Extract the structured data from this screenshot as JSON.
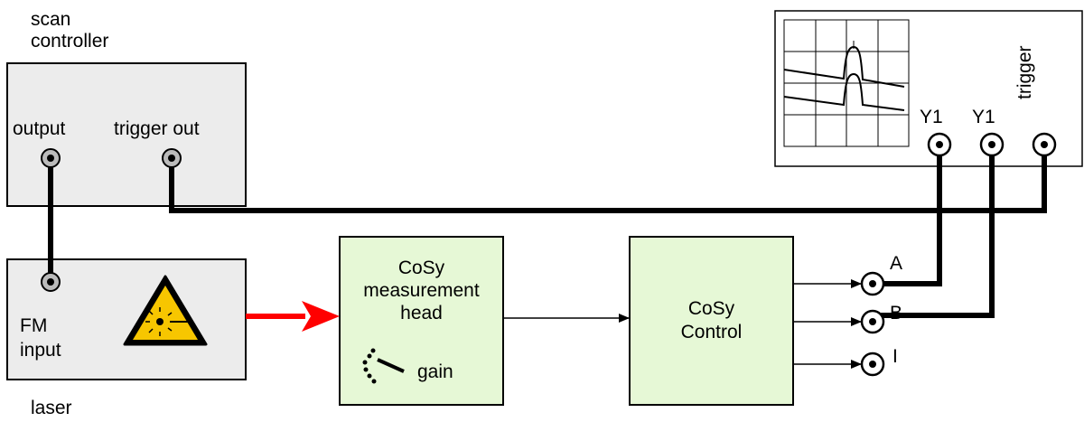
{
  "scan_controller": {
    "label_line1": "scan",
    "label_line2": "controller",
    "output_label": "output",
    "trigger_out_label": "trigger out"
  },
  "laser": {
    "label": "laser",
    "input_line1": "FM",
    "input_line2": "input"
  },
  "head": {
    "line1": "CoSy",
    "line2": "measurement",
    "line3": "head",
    "gain_label": "gain"
  },
  "control": {
    "line1": "CoSy",
    "line2": "Control"
  },
  "outputs": {
    "a": "A",
    "b": "B",
    "i": "I"
  },
  "scope": {
    "y1_left": "Y1",
    "y1_right": "Y1",
    "trigger": "trigger"
  },
  "colors": {
    "box_gray": "#ececec",
    "box_green": "#e6f8d6",
    "beam_red": "#ff0000",
    "warning_yellow": "#f7c600"
  },
  "icons": {
    "laser_warning": "laser-warning-icon",
    "gain_knob": "gain-knob-icon"
  }
}
